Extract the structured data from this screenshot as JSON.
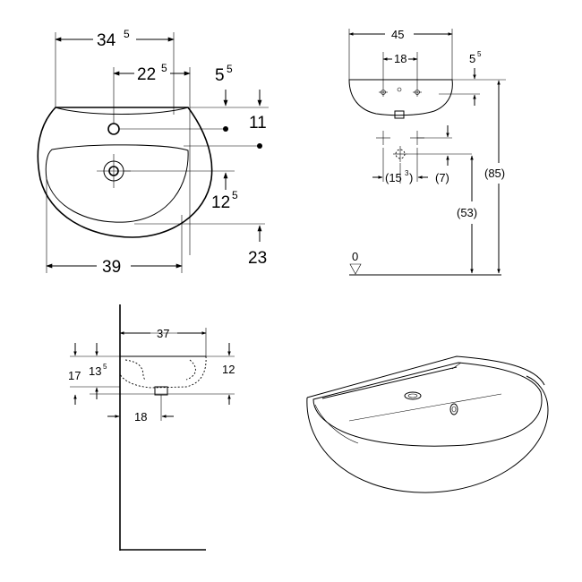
{
  "top_view": {
    "width_overall": {
      "main": "34",
      "sup": "5"
    },
    "tap_offset": {
      "main": "22",
      "sup": "5"
    },
    "edge_offset": {
      "main": "5",
      "sup": "5"
    },
    "tap_depth": "11",
    "drain_depth": {
      "main": "12",
      "sup": "5"
    },
    "front_depth": "23",
    "bowl_width": "39"
  },
  "front_view": {
    "width": "45",
    "bolt_spacing": "18",
    "rim_height": {
      "main": "5",
      "sup": "5"
    },
    "waste_spacing": {
      "prefix": "(15",
      "sup": "3",
      "suffix": ")"
    },
    "waste_offset": "(7)",
    "waste_height": "(53)",
    "rim_total_height": "(85)",
    "floor_level": "0"
  },
  "side_view": {
    "depth": "37",
    "height_overall": "17",
    "height_inner": {
      "main": "13",
      "sup": "5"
    },
    "height_right": "12",
    "drain_offset": "18"
  }
}
